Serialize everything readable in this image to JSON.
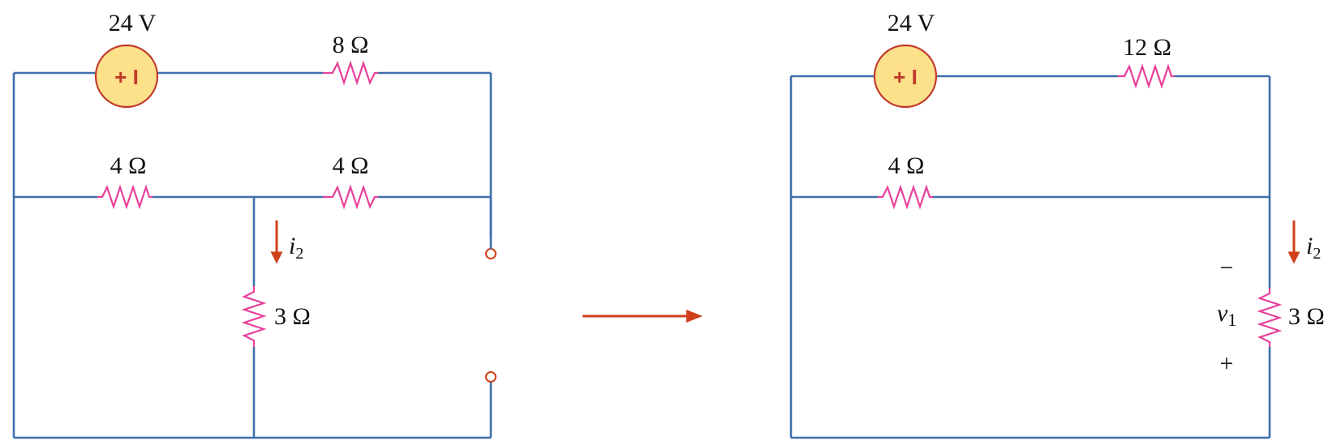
{
  "left_circuit": {
    "source_label": "24 V",
    "source_sign": "+ I",
    "top_resistor": "8 Ω",
    "middle_left_resistor": "4 Ω",
    "middle_right_resistor": "4 Ω",
    "vertical_resistor": "3 Ω",
    "current_symbol": "i",
    "current_subscript": "2"
  },
  "right_circuit": {
    "source_label": "24 V",
    "source_sign": "+ I",
    "top_resistor": "12 Ω",
    "middle_resistor": "4 Ω",
    "vertical_resistor": "3 Ω",
    "current_symbol": "i",
    "current_subscript": "2",
    "voltage_symbol": "v",
    "voltage_subscript": "1",
    "minus_sign": "−",
    "plus_sign": "+"
  },
  "colors": {
    "wire": "#3f6fae",
    "resistor": "#e8409a",
    "source_fill": "#fde08a",
    "accent": "#d0411b"
  }
}
